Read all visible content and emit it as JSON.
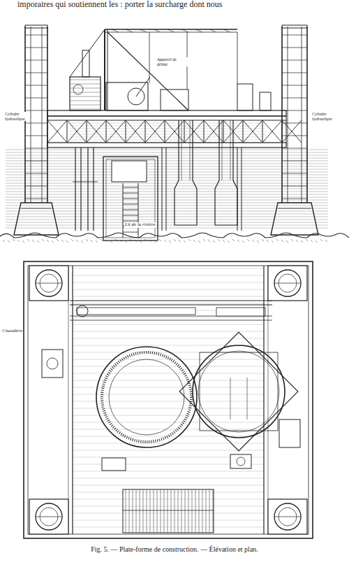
{
  "diagram": {
    "caption": "Fig. 5. — Plate-forme de construction. — Élévation et plan.",
    "labels": [
      "imporaires qui soutiennent les : porter la surcharge dont nous",
      "Cylindre hydraulique",
      "Cylindre hydraulique",
      "Appareil de déblai",
      "Lit de la rivière",
      "Chaudière"
    ]
  }
}
